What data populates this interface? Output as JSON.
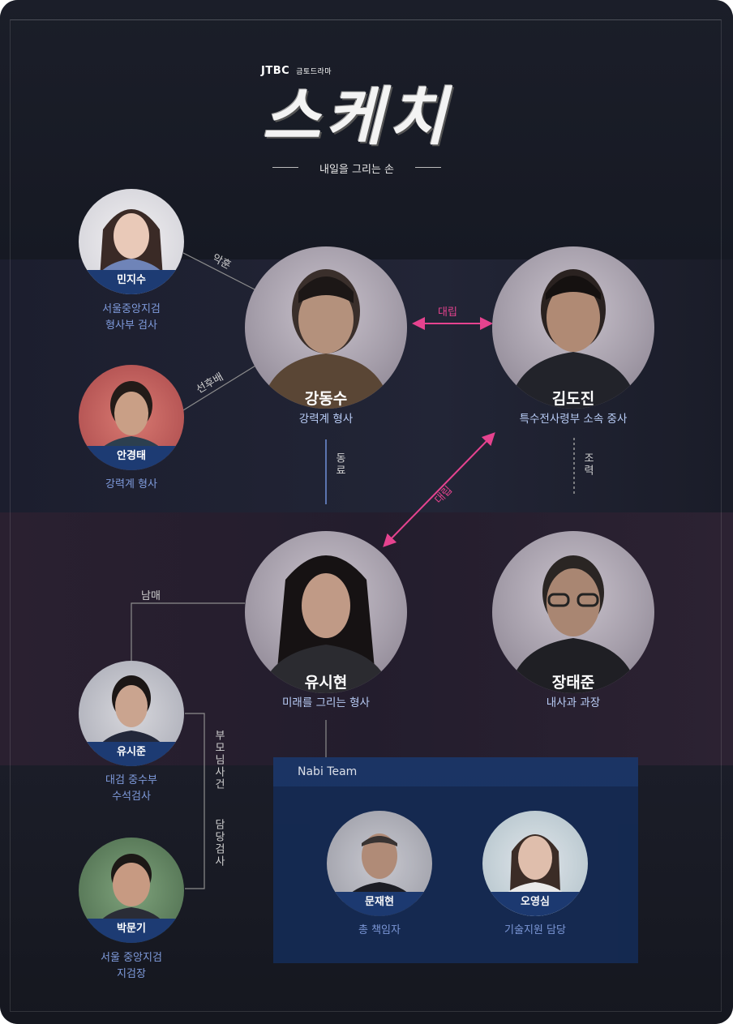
{
  "brand": {
    "network": "JTBC",
    "slot": "금토드라마"
  },
  "title": "스케치",
  "tagline": "내일을 그리는 손",
  "relations": {
    "hug": "악훈",
    "senior": "선후배",
    "rivalry_top": "대립",
    "rivalry_diag": "대립",
    "colleague": "동료",
    "cooperation": "조력",
    "siblings": "남매",
    "parents_case": "부모님사건",
    "prosecutor": "담당검사"
  },
  "main": [
    {
      "name": "강동수",
      "role": "강력계 형사"
    },
    {
      "name": "김도진",
      "role": "특수전사령부 소속 중사"
    },
    {
      "name": "유시현",
      "role": "미래를 그리는 형사"
    },
    {
      "name": "장태준",
      "role": "내사과 과장"
    }
  ],
  "side": [
    {
      "name": "민지수",
      "role1": "서울중앙지검",
      "role2": "형사부 검사"
    },
    {
      "name": "안경태",
      "role1": "강력계 형사",
      "role2": ""
    },
    {
      "name": "유시준",
      "role1": "대검 중수부",
      "role2": "수석검사"
    },
    {
      "name": "박문기",
      "role1": "서울 중앙지검",
      "role2": "지검장"
    }
  ],
  "team": {
    "title": "Nabi Team",
    "members": [
      {
        "name": "문재현",
        "role": "총 책임자"
      },
      {
        "name": "오영심",
        "role": "기술지원 담당"
      }
    ]
  },
  "colors": {
    "background": "#171a24",
    "nameplate": "#1d3b73",
    "caption": "#7f9bdc",
    "rivalry": "#e6438f",
    "teamBox": "#152a52"
  }
}
